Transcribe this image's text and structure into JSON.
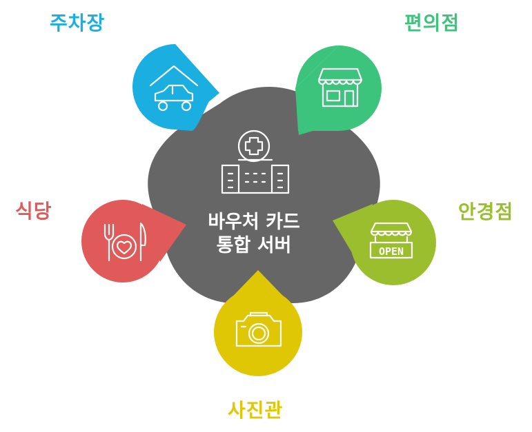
{
  "center": {
    "line1": "바우처 카드",
    "line2": "통합 서버",
    "color": "#666666",
    "icon": "hospital-icon"
  },
  "nodes": {
    "parking": {
      "label": "주차장",
      "color": "#1AAFE0",
      "icon": "car-garage-icon"
    },
    "store": {
      "label": "편의점",
      "color": "#3CC47C",
      "icon": "storefront-icon"
    },
    "optical": {
      "label": "안경점",
      "color": "#9ABE2E",
      "icon": "open-sign-shop-icon"
    },
    "photo": {
      "label": "사진관",
      "color": "#DFC706",
      "icon": "camera-icon"
    },
    "restaurant": {
      "label": "식당",
      "color": "#E05A5A",
      "icon": "dining-icon"
    }
  }
}
